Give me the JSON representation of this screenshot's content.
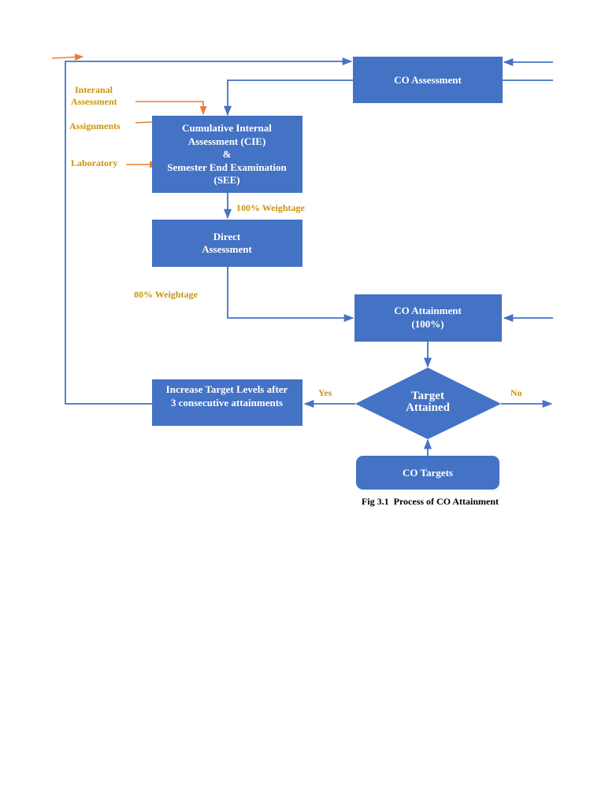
{
  "colors": {
    "box": "#4472c4",
    "connector": "#4472c4",
    "input_arrow": "#ed7d31",
    "note_text": "#c9950a"
  },
  "nodes": {
    "co_assessment": "CO Assessment",
    "cie_see": [
      "Cumulative Internal",
      "Assessment (CIE)",
      "&",
      "Semester End Examination",
      "(SEE)"
    ],
    "direct_assessment": [
      "Direct",
      "Assessment"
    ],
    "co_attainment": [
      "CO Attainment",
      "(100%)"
    ],
    "target_attained": [
      "Target",
      "Attained"
    ],
    "increase_target": [
      "Increase Target Levels after",
      "3 consecutive attainments"
    ],
    "co_targets": "CO Targets"
  },
  "inputs": {
    "internal_assessment": [
      "Interanal",
      "Assessment"
    ],
    "assignments": "Assignments",
    "laboratory": "Laboratory"
  },
  "labels": {
    "weight_100": "100% Weightage",
    "weight_80": "80% Weightage",
    "yes": "Yes",
    "no": "No"
  },
  "caption": "Fig 3.1  Process of CO Attainment"
}
